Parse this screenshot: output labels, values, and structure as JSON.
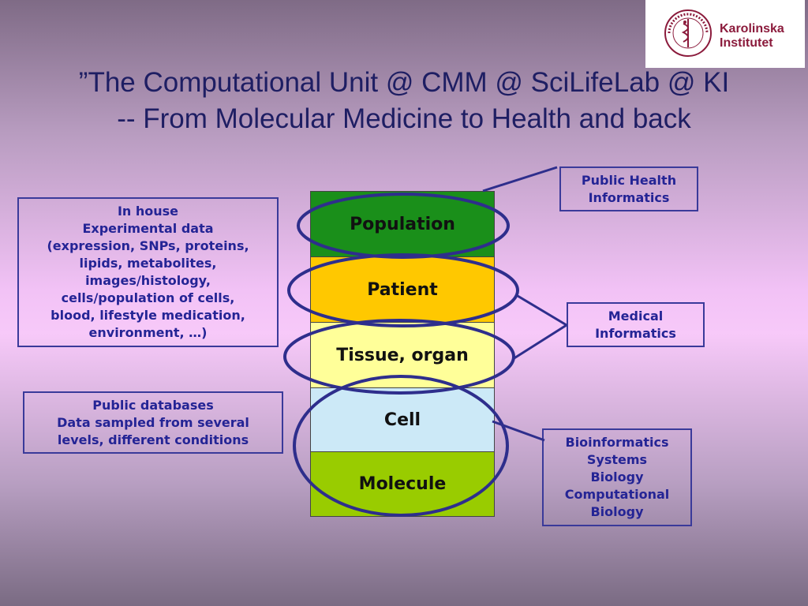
{
  "title": {
    "line1": "”The Computational Unit @ CMM @ SciLifeLab @ KI",
    "line2": "-- From Molecular Medicine to Health and back"
  },
  "logo": {
    "line1": "Karolinska",
    "line2": "Institutet",
    "seal_text": "KAROLINSKA INSTITUTET ANNO 1810"
  },
  "left_boxes": {
    "in_house": {
      "lines": [
        "In house",
        "Experimental data",
        "(expression, SNPs, proteins,",
        "lipids, metabolites,",
        "images/histology,",
        "cells/population of cells,",
        "blood, lifestyle medication,",
        "environment, …)"
      ]
    },
    "public_db": {
      "lines": [
        "Public databases",
        "Data sampled from several",
        "levels, different conditions"
      ]
    }
  },
  "levels": [
    {
      "label": "Population",
      "color": "#1a8f1a"
    },
    {
      "label": "Patient",
      "color": "#ffc800"
    },
    {
      "label": "Tissue, organ",
      "color": "#ffff99"
    },
    {
      "label": "Cell",
      "color": "#cce9f7"
    },
    {
      "label": "Molecule",
      "color": "#99cc00"
    }
  ],
  "right_boxes": {
    "public_health": {
      "lines": [
        "Public Health",
        "Informatics"
      ]
    },
    "medical": {
      "lines": [
        "Medical",
        "Informatics"
      ]
    },
    "bio": {
      "lines": [
        "Bioinformatics",
        "Systems",
        "Biology",
        "Computational",
        "Biology"
      ]
    }
  },
  "colors": {
    "outline": "#2e2e8c",
    "text": "#242495"
  }
}
